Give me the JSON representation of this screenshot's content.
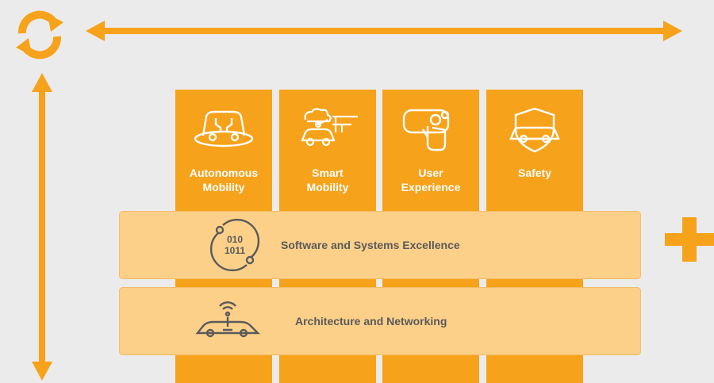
{
  "pillars": [
    {
      "label_line1": "Autonomous",
      "label_line2": "Mobility",
      "icon": "autonomous-car-icon"
    },
    {
      "label_line1": "Smart",
      "label_line2": "Mobility",
      "icon": "smart-mobility-icon"
    },
    {
      "label_line1": "User",
      "label_line2": "Experience",
      "icon": "touch-gear-icon"
    },
    {
      "label_line1": "Safety",
      "label_line2": "",
      "icon": "shield-car-icon"
    }
  ],
  "bands": [
    {
      "label": "Software and Systems Excellence",
      "icon": "binary-code-icon"
    },
    {
      "label": "Architecture and Networking",
      "icon": "connected-car-icon"
    }
  ],
  "colors": {
    "accent": "#f6a21a",
    "band": "#fcd089",
    "band_text": "#5a5a5a",
    "background": "#ebebeb"
  },
  "icons": {
    "top_left": "refresh-cycle-icon",
    "right": "plus-icon",
    "horizontal": "double-arrow-horizontal-icon",
    "vertical": "double-arrow-vertical-icon"
  }
}
